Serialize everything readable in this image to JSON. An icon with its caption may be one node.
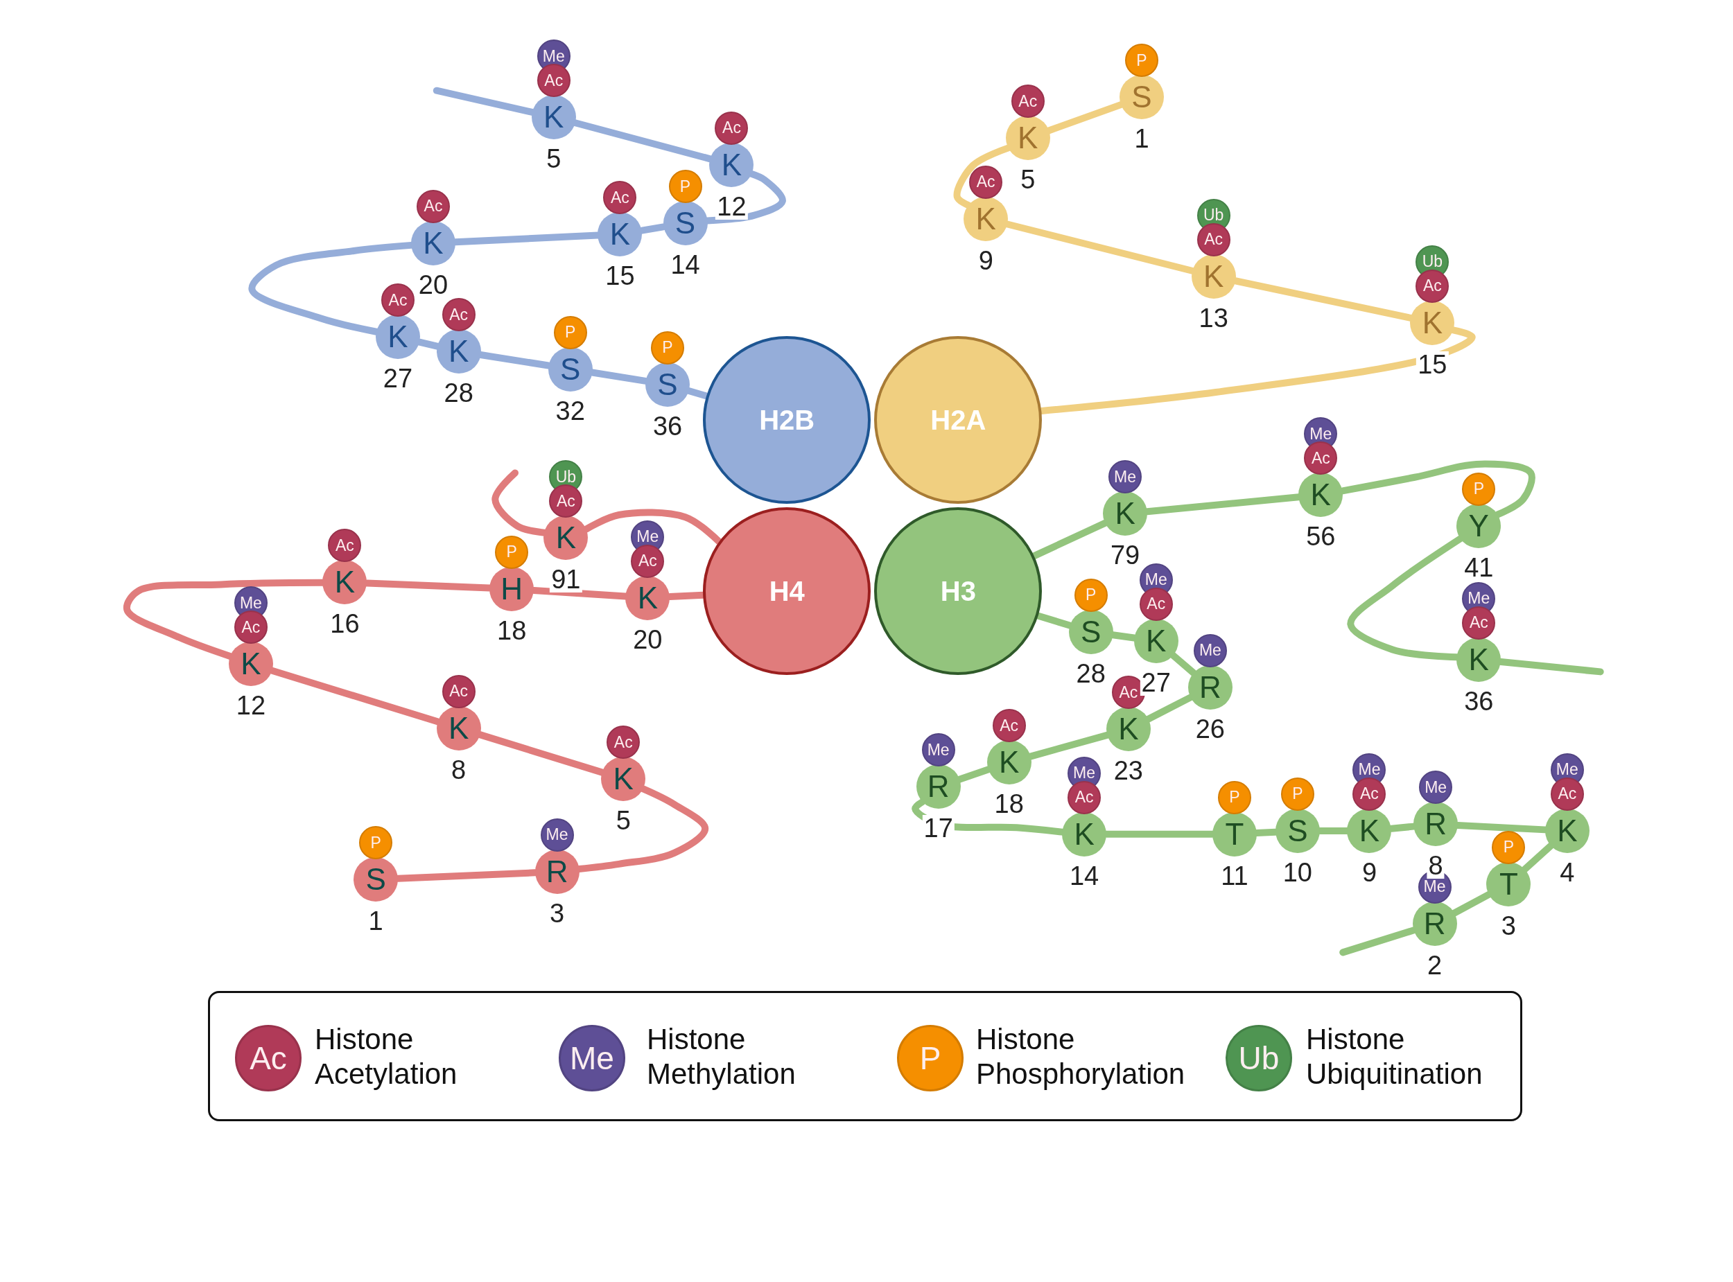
{
  "diagram": {
    "nodes": [
      {
        "text": [
          "H2B"
        ]
      },
      {
        "text": [
          "H2A"
        ]
      },
      {
        "text": [
          "H4"
        ]
      },
      {
        "text": [
          "H3"
        ]
      },
      {
        "text": [
          "S"
        ],
        "beside": [
          "36"
        ]
      },
      {
        "text": [
          "P"
        ]
      },
      {
        "text": [
          "S"
        ],
        "beside": [
          "32"
        ]
      },
      {
        "text": [
          "P"
        ]
      },
      {
        "text": [
          "K"
        ],
        "beside": [
          "28"
        ]
      },
      {
        "text": [
          "Ac"
        ]
      },
      {
        "text": [
          "K"
        ],
        "beside": [
          "27"
        ]
      },
      {
        "text": [
          "Ac"
        ]
      },
      {
        "text": [
          "K"
        ],
        "beside": [
          "20"
        ]
      },
      {
        "text": [
          "Ac"
        ]
      },
      {
        "text": [
          "K"
        ],
        "beside": [
          "15"
        ]
      },
      {
        "text": [
          "Ac"
        ]
      },
      {
        "text": [
          "S"
        ],
        "beside": [
          "14"
        ]
      },
      {
        "text": [
          "P"
        ]
      },
      {
        "text": [
          "K"
        ],
        "beside": [
          "12"
        ]
      },
      {
        "text": [
          "Ac"
        ]
      },
      {
        "text": [
          "K"
        ],
        "beside": [
          "5"
        ]
      },
      {
        "text": [
          "Ac"
        ]
      },
      {
        "text": [
          "Me"
        ]
      },
      {
        "text": [
          "K"
        ],
        "beside": [
          "15"
        ]
      },
      {
        "text": [
          "Ac"
        ]
      },
      {
        "text": [
          "Ub"
        ]
      },
      {
        "text": [
          "K"
        ],
        "beside": [
          "13"
        ]
      },
      {
        "text": [
          "Ac"
        ]
      },
      {
        "text": [
          "Ub"
        ]
      },
      {
        "text": [
          "K"
        ],
        "beside": [
          "9"
        ]
      },
      {
        "text": [
          "Ac"
        ]
      },
      {
        "text": [
          "K"
        ],
        "beside": [
          "5"
        ]
      },
      {
        "text": [
          "Ac"
        ]
      },
      {
        "text": [
          "S"
        ],
        "beside": [
          "1"
        ]
      },
      {
        "text": [
          "P"
        ]
      },
      {
        "text": [
          "K"
        ],
        "beside": [
          "91"
        ]
      },
      {
        "text": [
          "Ac"
        ]
      },
      {
        "text": [
          "Ub"
        ]
      },
      {
        "text": [
          "K"
        ],
        "beside": [
          "20"
        ]
      },
      {
        "text": [
          "Ac"
        ]
      },
      {
        "text": [
          "Me"
        ]
      },
      {
        "text": [
          "H"
        ],
        "beside": [
          "18"
        ]
      },
      {
        "text": [
          "P"
        ]
      },
      {
        "text": [
          "K"
        ],
        "beside": [
          "16"
        ]
      },
      {
        "text": [
          "Ac"
        ]
      },
      {
        "text": [
          "K"
        ],
        "beside": [
          "12"
        ]
      },
      {
        "text": [
          "Ac"
        ]
      },
      {
        "text": [
          "Me"
        ]
      },
      {
        "text": [
          "K"
        ],
        "beside": [
          "8"
        ]
      },
      {
        "text": [
          "Ac"
        ]
      },
      {
        "text": [
          "K"
        ],
        "beside": [
          "5"
        ]
      },
      {
        "text": [
          "Ac"
        ]
      },
      {
        "text": [
          "R"
        ],
        "beside": [
          "3"
        ]
      },
      {
        "text": [
          "Me"
        ]
      },
      {
        "text": [
          "S"
        ],
        "beside": [
          "1"
        ]
      },
      {
        "text": [
          "P"
        ]
      },
      {
        "text": [
          "K"
        ],
        "beside": [
          "79"
        ]
      },
      {
        "text": [
          "Me"
        ]
      },
      {
        "text": [
          "K"
        ],
        "beside": [
          "56"
        ]
      },
      {
        "text": [
          "Ac"
        ]
      },
      {
        "text": [
          "Me"
        ]
      },
      {
        "text": [
          "Y"
        ],
        "beside": [
          "41"
        ]
      },
      {
        "text": [
          "P"
        ]
      },
      {
        "text": [
          "K"
        ],
        "beside": [
          "36"
        ]
      },
      {
        "text": [
          "Ac"
        ]
      },
      {
        "text": [
          "Me"
        ]
      },
      {
        "text": [
          "S"
        ],
        "beside": [
          "28"
        ]
      },
      {
        "text": [
          "P"
        ]
      },
      {
        "text": [
          "K"
        ],
        "beside": [
          "27"
        ]
      },
      {
        "text": [
          "Ac"
        ]
      },
      {
        "text": [
          "Me"
        ]
      },
      {
        "text": [
          "R"
        ],
        "beside": [
          "26"
        ]
      },
      {
        "text": [
          "Me"
        ]
      },
      {
        "text": [
          "K"
        ],
        "beside": [
          "23"
        ]
      },
      {
        "text": [
          "Ac"
        ]
      },
      {
        "text": [
          "K"
        ],
        "beside": [
          "18"
        ]
      },
      {
        "text": [
          "Ac"
        ]
      },
      {
        "text": [
          "R"
        ],
        "beside": [
          "17"
        ]
      },
      {
        "text": [
          "Me"
        ]
      },
      {
        "text": [
          "K"
        ],
        "beside": [
          "14"
        ]
      },
      {
        "text": [
          "Ac"
        ]
      },
      {
        "text": [
          "Me"
        ]
      },
      {
        "text": [
          "T"
        ],
        "beside": [
          "11"
        ]
      },
      {
        "text": [
          "P"
        ]
      },
      {
        "text": [
          "S"
        ],
        "beside": [
          "10"
        ]
      },
      {
        "text": [
          "P"
        ]
      },
      {
        "text": [
          "K"
        ],
        "beside": [
          "9"
        ]
      },
      {
        "text": [
          "Ac"
        ]
      },
      {
        "text": [
          "Me"
        ]
      },
      {
        "text": [
          "R"
        ],
        "beside": [
          "8"
        ]
      },
      {
        "text": [
          "Me"
        ]
      },
      {
        "text": [
          "K"
        ],
        "beside": [
          "4"
        ]
      },
      {
        "text": [
          "Ac"
        ]
      },
      {
        "text": [
          "Me"
        ]
      },
      {
        "text": [
          "T"
        ],
        "beside": [
          "3"
        ]
      },
      {
        "text": [
          "P"
        ]
      },
      {
        "text": [
          "R"
        ],
        "beside": [
          "2"
        ]
      },
      {
        "text": [
          "Me"
        ]
      }
    ],
    "edges": [
      {
        "from": 0,
        "to": 4,
        "arrow": "none",
        "color": "#95add9"
      },
      {
        "from": 4,
        "to": 6,
        "arrow": "none",
        "color": "#95add9"
      },
      {
        "from": 6,
        "to": 8,
        "arrow": "none",
        "color": "#95add9"
      },
      {
        "from": 8,
        "to": 10,
        "arrow": "none",
        "color": "#95add9"
      },
      {
        "from": 10,
        "to": 12,
        "arrow": "none",
        "color": "#95add9"
      },
      {
        "from": 12,
        "to": 14,
        "arrow": "none",
        "color": "#95add9"
      },
      {
        "from": 14,
        "to": 16,
        "arrow": "none",
        "color": "#95add9"
      },
      {
        "from": 16,
        "to": 18,
        "arrow": "none",
        "color": "#95add9"
      },
      {
        "from": 18,
        "to": 20,
        "arrow": "none",
        "color": "#95add9"
      },
      {
        "from": 20,
        "to": null,
        "arrow": "none",
        "color": "#95add9"
      },
      {
        "from": 1,
        "to": 23,
        "arrow": "none",
        "color": "#f0cf80"
      },
      {
        "from": 23,
        "to": 26,
        "arrow": "none",
        "color": "#f0cf80"
      },
      {
        "from": 26,
        "to": 29,
        "arrow": "none",
        "color": "#f0cf80"
      },
      {
        "from": 29,
        "to": 31,
        "arrow": "none",
        "color": "#f0cf80"
      },
      {
        "from": 31,
        "to": 33,
        "arrow": "none",
        "color": "#f0cf80"
      },
      {
        "from": 2,
        "to": 35,
        "arrow": "none",
        "color": "#e07c7c"
      },
      {
        "from": 35,
        "to": null,
        "arrow": "none",
        "color": "#e07c7c"
      },
      {
        "from": 2,
        "to": 38,
        "arrow": "none",
        "color": "#e07c7c"
      },
      {
        "from": 38,
        "to": 41,
        "arrow": "none",
        "color": "#e07c7c"
      },
      {
        "from": 41,
        "to": 43,
        "arrow": "none",
        "color": "#e07c7c"
      },
      {
        "from": 43,
        "to": 45,
        "arrow": "none",
        "color": "#e07c7c"
      },
      {
        "from": 45,
        "to": 48,
        "arrow": "none",
        "color": "#e07c7c"
      },
      {
        "from": 48,
        "to": 50,
        "arrow": "none",
        "color": "#e07c7c"
      },
      {
        "from": 50,
        "to": 52,
        "arrow": "none",
        "color": "#e07c7c"
      },
      {
        "from": 52,
        "to": 54,
        "arrow": "none",
        "color": "#e07c7c"
      },
      {
        "from": 3,
        "to": 56,
        "arrow": "none"
      },
      {
        "from": 56,
        "to": 58,
        "arrow": "none"
      },
      {
        "from": 58,
        "to": 61,
        "arrow": "none"
      },
      {
        "from": 61,
        "to": 63,
        "arrow": "none"
      },
      {
        "from": 63,
        "to": null,
        "arrow": "none"
      },
      {
        "from": 3,
        "to": 66,
        "arrow": "none"
      },
      {
        "from": 66,
        "to": 68,
        "arrow": "none"
      },
      {
        "from": 68,
        "to": 71,
        "arrow": "none"
      },
      {
        "from": 71,
        "to": 73,
        "arrow": "none"
      },
      {
        "from": 73,
        "to": 75,
        "arrow": "none"
      },
      {
        "from": 75,
        "to": 77,
        "arrow": "none"
      },
      {
        "from": 77,
        "to": 79,
        "arrow": "none"
      },
      {
        "from": 79,
        "to": 82,
        "arrow": "none"
      },
      {
        "from": 82,
        "to": 84,
        "arrow": "none"
      },
      {
        "from": 84,
        "to": 86,
        "arrow": "none"
      },
      {
        "from": 86,
        "to": 89,
        "arrow": "none"
      },
      {
        "from": 89,
        "to": 91,
        "arrow": "none"
      },
      {
        "from": 91,
        "to": 94,
        "arrow": "none"
      },
      {
        "from": 94,
        "to": 96,
        "arrow": "none"
      },
      {
        "from": 96,
        "to": null,
        "arrow": "none"
      }
    ],
    "labels": [
      "Ac",
      "Me",
      "P",
      "Ub"
    ],
    "legend": [
      {
        "text": "Histone Acetylation",
        "color": "#b03a58"
      },
      {
        "text": "Histone Methylation",
        "color": "#5e4f96"
      },
      {
        "text": "Histone Phosphorylation",
        "color": "#f58f00"
      },
      {
        "text": "Histone Ubiquitination",
        "color": "#4f9552"
      }
    ]
  }
}
